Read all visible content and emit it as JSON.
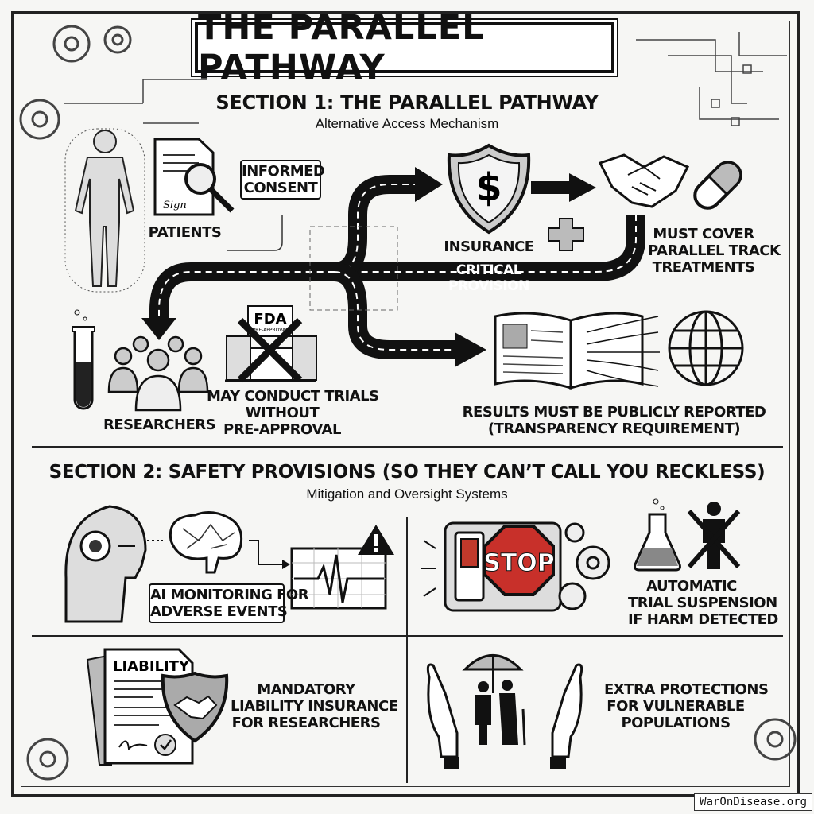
{
  "title": "THE PARALLEL PATHWAY",
  "section1": {
    "heading": "SECTION 1: THE PARALLEL PATHWAY",
    "subtitle": "Alternative Access Mechanism",
    "patients_label": "PATIENTS",
    "consent_label": [
      "INFORMED",
      "CONSENT"
    ],
    "signature_text": "Sign",
    "insurance_label": "INSURANCE",
    "must_cover_label": [
      "MUST COVER",
      "PARALLEL TRACK",
      "TREATMENTS"
    ],
    "critical_provision_label": "CRITICAL PROVISION",
    "researchers_label": "RESEARCHERS",
    "fda_stamp": "FDA",
    "fda_stamp_sub": "PRE-APPROVAL",
    "trials_label": [
      "MAY CONDUCT TRIALS",
      "WITHOUT",
      "PRE-APPROVAL"
    ],
    "results_label": [
      "RESULTS MUST BE PUBLICLY REPORTED",
      "(TRANSPARENCY REQUIREMENT)"
    ]
  },
  "section2": {
    "heading": "SECTION 2: SAFETY PROVISIONS (SO THEY CAN’T CALL YOU RECKLESS)",
    "subtitle": "Mitigation and Oversight Systems",
    "ai_label": [
      "AI MONITORING FOR",
      "ADVERSE EVENTS"
    ],
    "stop_sign": "STOP",
    "suspension_label": [
      "AUTOMATIC",
      "TRIAL SUSPENSION",
      "IF HARM DETECTED"
    ],
    "liability_doc": "LIABILITY",
    "liability_label": [
      "MANDATORY",
      "LIABILITY INSURANCE",
      "FOR RESEARCHERS"
    ],
    "vulnerable_label": [
      "EXTRA PROTECTIONS",
      "FOR VULNERABLE",
      "POPULATIONS"
    ]
  },
  "watermark": "WarOnDisease.org"
}
